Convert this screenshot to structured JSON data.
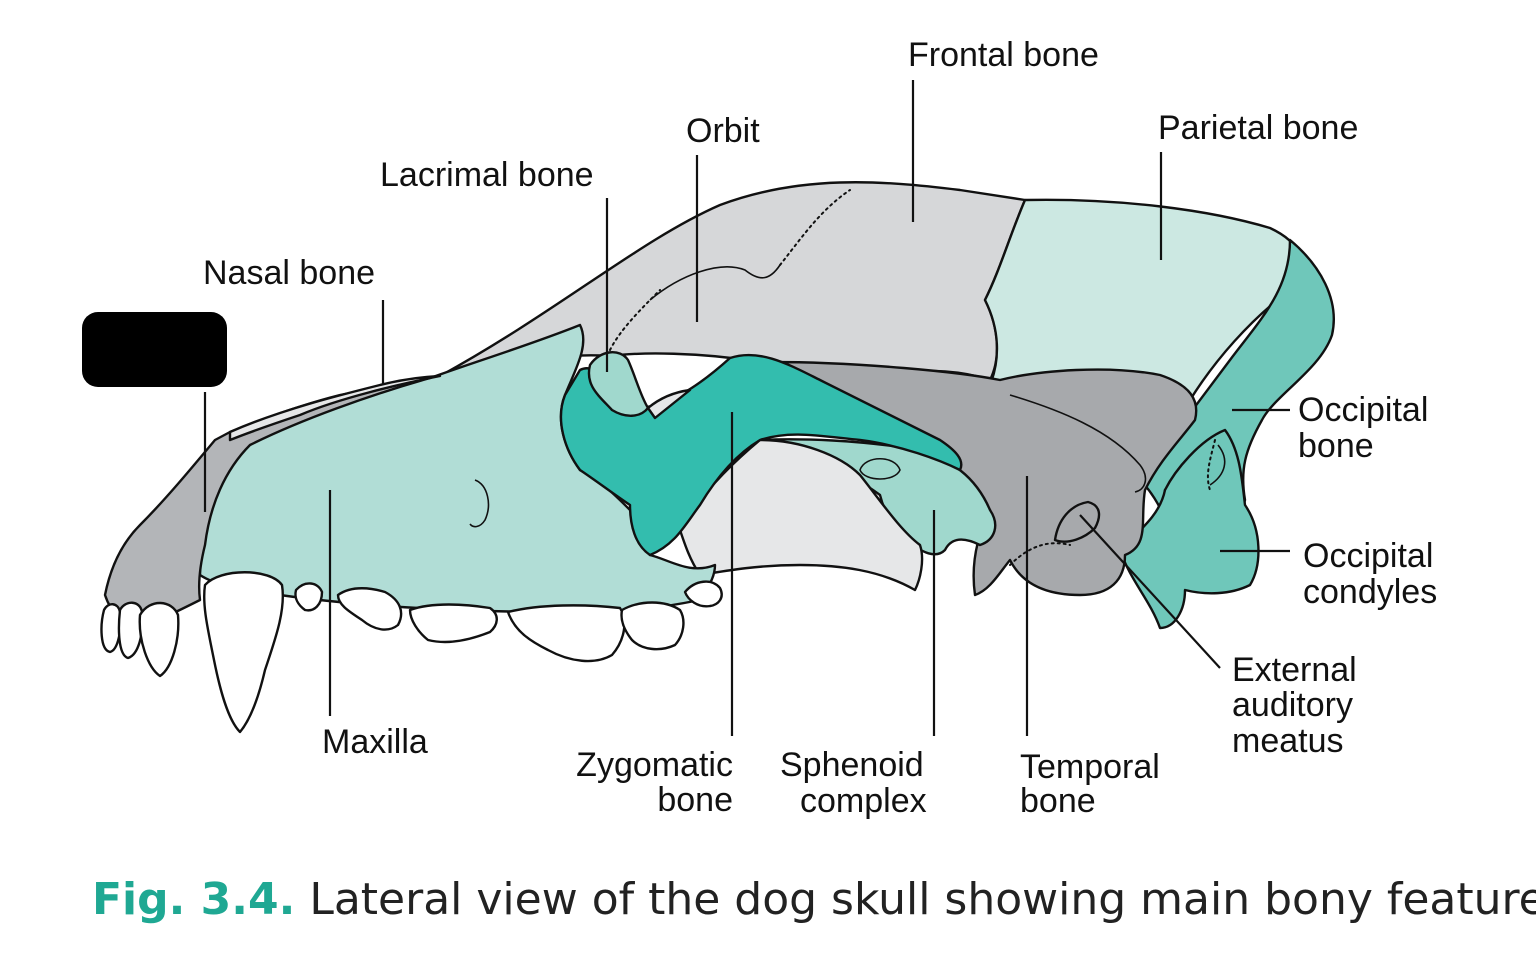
{
  "colors": {
    "frontal": "#d6d7d9",
    "parietal": "#cce8e2",
    "maxilla": "#b1ddd6",
    "zygomatic": "#33bdae",
    "occipital": "#6fc7ba",
    "temporal": "#a7a9ac",
    "darkgray": "#b3b5b8",
    "sphenoid": "#a0d8cd",
    "lightgray": "#e6e7e8",
    "caption_accent": "#1fa893"
  },
  "labels": {
    "frontal": "Frontal bone",
    "orbit": "Orbit",
    "parietal": "Parietal bone",
    "lacrimal": "Lacrimal bone",
    "nasal": "Nasal bone",
    "occipital_1": "Occipital",
    "occipital_2": "bone",
    "condyles_1": "Occipital",
    "condyles_2": "condyles",
    "maxilla": "Maxilla",
    "zygomatic_1": "Zygomatic",
    "zygomatic_2": "bone",
    "sphenoid_1": "Sphenoid",
    "sphenoid_2": "complex",
    "temporal_1": "Temporal",
    "temporal_2": "bone",
    "auditory_1": "External",
    "auditory_2": "auditory",
    "auditory_3": "meatus"
  },
  "caption": {
    "number": "Fig. 3.4.",
    "text": "Lateral view of the dog skull showing main bony features."
  }
}
